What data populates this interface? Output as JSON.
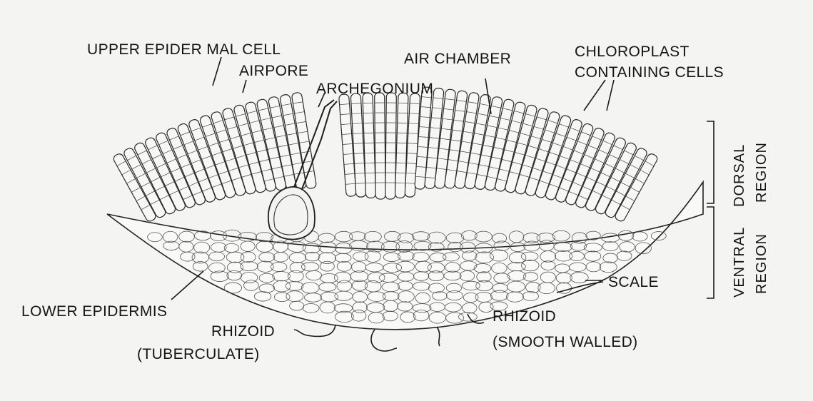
{
  "labels": {
    "upper_epidermal_cell": "UPPER EPIDER MAL CELL",
    "airpore": "AIRPORE",
    "archegonium": "ARCHEGONIUM",
    "air_chamber": "AIR CHAMBER",
    "chloroplast_1": "CHLOROPLAST",
    "chloroplast_2": "CONTAINING CELLS",
    "lower_epidermis": "LOWER EPIDERMIS",
    "rhizoid_tub_1": "RHIZOID",
    "rhizoid_tub_2": "(TUBERCULATE)",
    "rhizoid_smooth_1": "RHIZOID",
    "rhizoid_smooth_2": "(SMOOTH WALLED)",
    "scale": "SCALE",
    "dorsal_1": "DORSAL",
    "dorsal_2": "REGION",
    "ventral_1": "VENTRAL",
    "ventral_2": "REGION"
  }
}
